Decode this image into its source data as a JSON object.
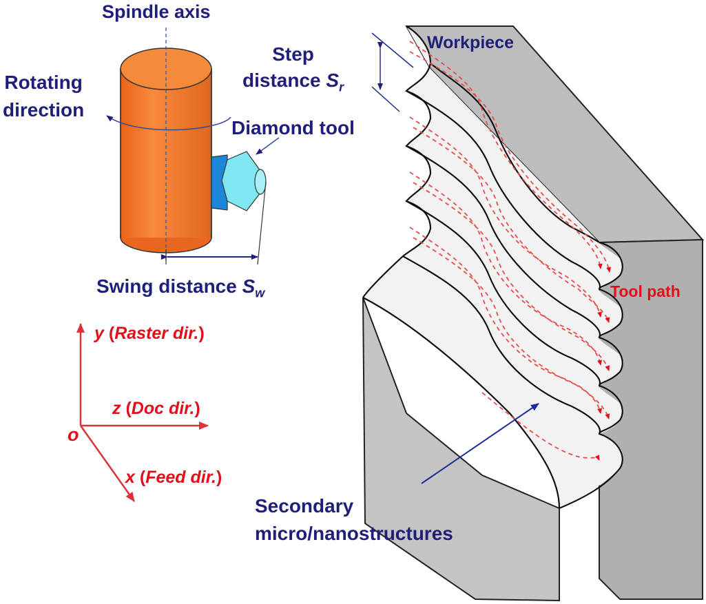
{
  "labels": {
    "spindle_axis": "Spindle axis",
    "rotating_line1": "Rotating",
    "rotating_line2": "direction",
    "step_line1": "Step",
    "step_line2_text": "distance ",
    "step_symbol": "S",
    "step_sub": "r",
    "diamond_tool": "Diamond tool",
    "swing_text": "Swing distance ",
    "swing_symbol": "S",
    "swing_sub": "w",
    "workpiece": "Workpiece",
    "tool_path": "Tool path",
    "secondary_line1": "Secondary",
    "secondary_line2": "micro/nanostructures"
  },
  "axes": {
    "origin": "o",
    "y_letter": "y",
    "y_dir": "Raster dir.",
    "z_letter": "z",
    "z_dir": "Doc dir.",
    "x_letter": "x",
    "x_dir": "Feed dir.",
    "open_paren": "(",
    "close_paren": ")"
  },
  "colors": {
    "label_navy": "#1f1f7a",
    "label_red": "#e0101a",
    "spindle_orange": "#f47a28",
    "tool_cyan": "#7fe6f2",
    "tool_holder_blue": "#1c86d8",
    "workpiece_gray": "#b9b9b9",
    "surface_light": "#f2f2f2",
    "axis_red": "#d8333a"
  }
}
